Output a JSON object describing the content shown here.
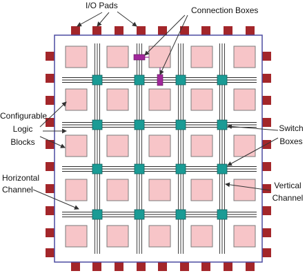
{
  "labels": {
    "io_pads": "I/O Pads",
    "connection_boxes": "Connection Boxes",
    "configurable_logic_blocks": [
      "Configurable",
      "Logic",
      "Blocks"
    ],
    "switch_boxes": [
      "Switch",
      "Boxes"
    ],
    "horizontal_channel": [
      "Horizontal",
      "Channel"
    ],
    "vertical_channel": [
      "Vertical",
      "Channel"
    ]
  },
  "grid": {
    "rows": 5,
    "cols": 5,
    "switch_rows": 4,
    "switch_cols": 4
  },
  "colors": {
    "io_pad": "#a3262a",
    "logic_block_fill": "#f7c5c8",
    "logic_block_stroke": "#7a7a7a",
    "switch_box": "#1a9b95",
    "connection_box": "#a0289a",
    "chip_border": "#4a4aa0",
    "wire": "#2a2a2a",
    "arrow": "#333333"
  }
}
